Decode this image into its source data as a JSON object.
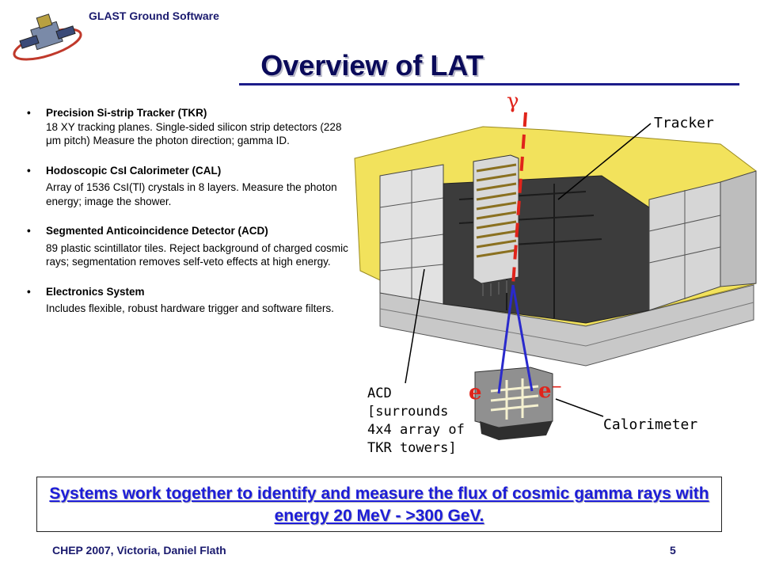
{
  "header": {
    "label": "GLAST Ground Software"
  },
  "title": "Overview of LAT",
  "bullets": [
    {
      "title": "Precision Si-strip Tracker (TKR)",
      "body": "18 XY tracking planes.  Single-sided silicon strip detectors (228 μm pitch) Measure the photon direction; gamma ID."
    },
    {
      "title": "Hodoscopic CsI Calorimeter (CAL)",
      "body": "Array of 1536 CsI(Tl) crystals in 8 layers.  Measure the photon energy; image the shower."
    },
    {
      "title": "Segmented Anticoincidence Detector (ACD)",
      "body": "89 plastic scintillator tiles.      Reject background of charged cosmic rays;  segmentation removes self-veto effects at high energy."
    },
    {
      "title": "Electronics System",
      "body": "Includes flexible, robust hardware trigger and software filters."
    }
  ],
  "bullet_marker": "•",
  "diagram": {
    "gamma_symbol": "γ",
    "electron_plus": "e",
    "electron_minus": "e⁻",
    "tracker_label": "Tracker",
    "calorimeter_label": "Calorimeter",
    "acd_label": "ACD",
    "acd_note_1": "[surrounds",
    "acd_note_2": "4x4 array of",
    "acd_note_3": "TKR towers]"
  },
  "summary": "Systems work together to identify and measure the flux of cosmic gamma rays with energy 20 MeV -  >300 GeV.",
  "footer": {
    "left": "CHEP 2007, Victoria, Daniel Flath",
    "page": "5"
  },
  "colors": {
    "title": "#0a0a5a",
    "summary": "#1d1dd8",
    "foam": "#f2e25c",
    "gamma_track": "#e0241b",
    "electron_track": "#2a2acc"
  }
}
